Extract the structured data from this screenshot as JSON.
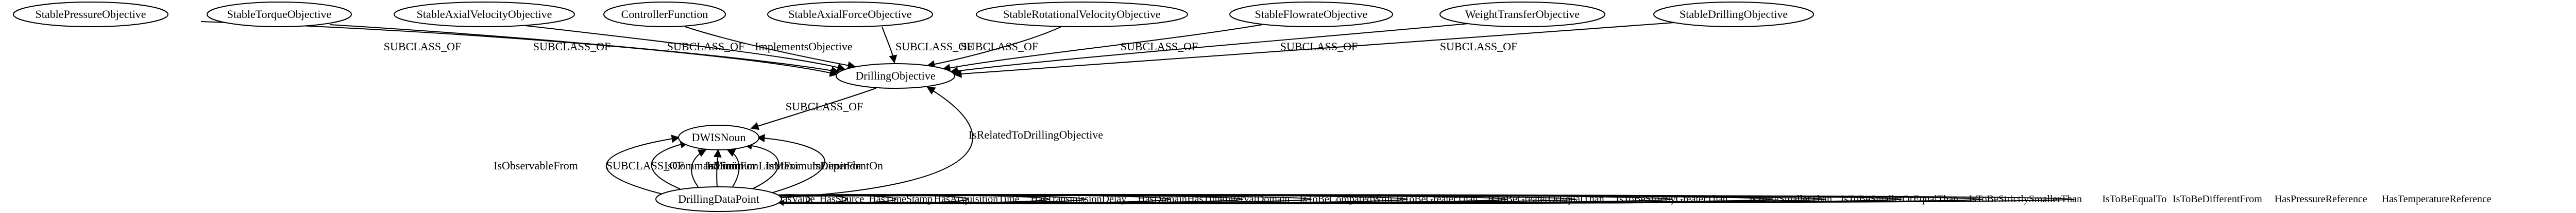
{
  "nodes": [
    {
      "id": "stable-pressure-objective",
      "label": "StablePressureObjective"
    },
    {
      "id": "stable-torque-objective",
      "label": "StableTorqueObjective"
    },
    {
      "id": "stable-axial-velocity-objective",
      "label": "StableAxialVelocityObjective"
    },
    {
      "id": "controller-function",
      "label": "ControllerFunction"
    },
    {
      "id": "stable-axial-force-objective",
      "label": "StableAxialForceObjective"
    },
    {
      "id": "stable-rotational-velocity-objective",
      "label": "StableRotationalVelocityObjective"
    },
    {
      "id": "stable-flowrate-objective",
      "label": "StableFlowrateObjective"
    },
    {
      "id": "weight-transfer-objective",
      "label": "WeightTransferObjective"
    },
    {
      "id": "stable-drilling-objective",
      "label": "StableDrillingObjective"
    },
    {
      "id": "drilling-objective",
      "label": "DrillingObjective"
    },
    {
      "id": "dwis-noun",
      "label": "DWISNoun"
    },
    {
      "id": "drilling-data-point",
      "label": "DrillingDataPoint"
    }
  ],
  "edges": [
    {
      "id": "e1",
      "from": "stable-pressure-objective",
      "to": "drilling-objective",
      "label": "SUBCLASS_OF"
    },
    {
      "id": "e2",
      "from": "stable-torque-objective",
      "to": "drilling-objective",
      "label": "SUBCLASS_OF"
    },
    {
      "id": "e3",
      "from": "stable-axial-velocity-objective",
      "to": "drilling-objective",
      "label": "SUBCLASS_OF"
    },
    {
      "id": "e4",
      "from": "controller-function",
      "to": "drilling-objective",
      "label": "ImplementsObjective"
    },
    {
      "id": "e5",
      "from": "stable-axial-force-objective",
      "to": "drilling-objective",
      "label": "SUBCLASS_OF"
    },
    {
      "id": "e6",
      "from": "stable-rotational-velocity-objective",
      "to": "drilling-objective",
      "label": "SUBCLASS_OF"
    },
    {
      "id": "e7",
      "from": "stable-flowrate-objective",
      "to": "drilling-objective",
      "label": "SUBCLASS_OF"
    },
    {
      "id": "e8",
      "from": "weight-transfer-objective",
      "to": "drilling-objective",
      "label": "SUBCLASS_OF"
    },
    {
      "id": "e9",
      "from": "stable-drilling-objective",
      "to": "drilling-objective",
      "label": "SUBCLASS_OF"
    },
    {
      "id": "e10",
      "from": "drilling-objective",
      "to": "dwis-noun",
      "label": "SUBCLASS_OF"
    },
    {
      "id": "e11",
      "from": "drilling-data-point",
      "to": "dwis-noun",
      "label": "IsObservableFrom"
    },
    {
      "id": "e12",
      "from": "drilling-data-point",
      "to": "dwis-noun",
      "label": "SUBCLASS_OF"
    },
    {
      "id": "e13",
      "from": "drilling-data-point",
      "to": "dwis-noun",
      "label": "IsCommandFor"
    },
    {
      "id": "e14",
      "from": "drilling-data-point",
      "to": "dwis-noun",
      "label": "IsLimitFor"
    },
    {
      "id": "e15",
      "from": "drilling-data-point",
      "to": "dwis-noun",
      "label": "IsMinimumLimitFor"
    },
    {
      "id": "e16",
      "from": "drilling-data-point",
      "to": "dwis-noun",
      "label": "IsMaximumLimitFor"
    },
    {
      "id": "e17",
      "from": "drilling-data-point",
      "to": "dwis-noun",
      "label": "IsDependentOn"
    },
    {
      "id": "e18",
      "from": "drilling-data-point",
      "to": "drilling-objective",
      "label": "IsRelatedToDrillingObjective"
    }
  ],
  "self_loops": {
    "node": "drilling-data-point",
    "labels": [
      "HasValue",
      "HasSource",
      "HasTimeStamp",
      "HasAcquisitionTime",
      "HasTransmissionDelay",
      "HasDomain",
      "HasTimeIntervalDomain",
      "IsToBeComparedWith",
      "IsToBeGreaterThan",
      "IsToBeGreaterOrEqualThan",
      "IsToBeStrictlyGreaterThan",
      "IsToBeSmallerThan",
      "IsToBeSmallerOrEqualThan",
      "IsToBeStrictlySmallerThan",
      "IsToBeEqualTo",
      "IsToBeDifferentFrom",
      "HasPressureReference",
      "HasTemperatureReference"
    ]
  }
}
